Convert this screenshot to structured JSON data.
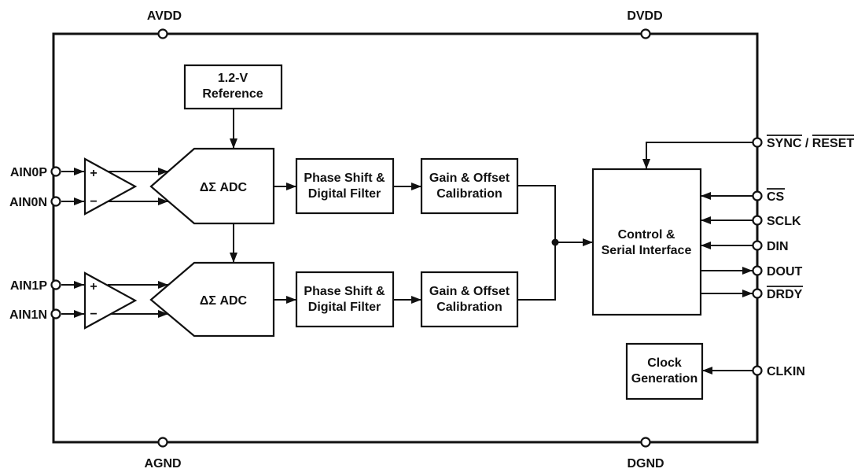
{
  "colors": {
    "ink": "#111111",
    "background": "#ffffff"
  },
  "pins": {
    "avdd": "AVDD",
    "dvdd": "DVDD",
    "agnd": "AGND",
    "dgnd": "DGND",
    "ain0p": "AIN0P",
    "ain0n": "AIN0N",
    "ain1p": "AIN1P",
    "ain1n": "AIN1N",
    "sync_reset": {
      "part1": "SYNC",
      "separator": " / ",
      "part2": "RESET",
      "overline": "both parts"
    },
    "cs": {
      "label": "CS",
      "overline": "yes"
    },
    "sclk": "SCLK",
    "din": "DIN",
    "dout": "DOUT",
    "drdy": {
      "label": "DRDY",
      "overline": "yes"
    },
    "clkin": "CLKIN"
  },
  "blocks": {
    "reference": {
      "line1": "1.2-V",
      "line2": "Reference"
    },
    "adc0": {
      "label": "ΔΣ ADC"
    },
    "adc1": {
      "label": "ΔΣ ADC"
    },
    "phase0": {
      "line1": "Phase Shift &",
      "line2": "Digital Filter"
    },
    "phase1": {
      "line1": "Phase Shift &",
      "line2": "Digital Filter"
    },
    "gain0": {
      "line1": "Gain & Offset",
      "line2": "Calibration"
    },
    "gain1": {
      "line1": "Gain & Offset",
      "line2": "Calibration"
    },
    "control": {
      "line1": "Control &",
      "line2": "Serial Interface"
    },
    "clockgen": {
      "line1": "Clock",
      "line2": "Generation"
    }
  },
  "amp": {
    "plus": "+",
    "minus": "−"
  }
}
